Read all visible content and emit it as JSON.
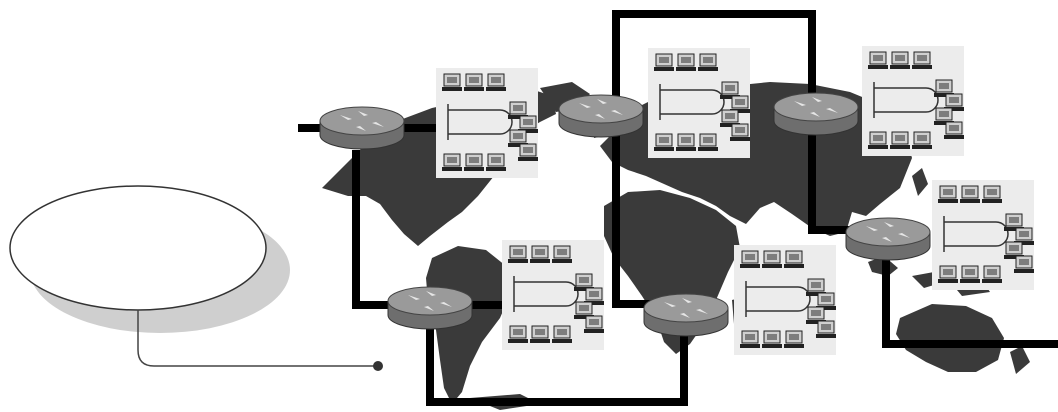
{
  "diagram": {
    "kind": "wide-area-network-over-world-map",
    "callout_text": "",
    "routers": [
      "router-north-america",
      "router-europe",
      "router-asia",
      "router-south-america",
      "router-africa",
      "router-australasia"
    ],
    "lans": [
      "lan-north-america",
      "lan-europe",
      "lan-asia",
      "lan-south-america",
      "lan-africa",
      "lan-australasia"
    ],
    "icons": {
      "router": "router-icon",
      "workstation": "workstation-icon",
      "map": "world-map"
    },
    "colors": {
      "map": "#3a3a3a",
      "link": "#000000",
      "router_top": "#9a9a9a",
      "router_side": "#6e6e6e",
      "lan_panel": "#ececec",
      "callout_shadow": "#cfcfcf"
    }
  }
}
